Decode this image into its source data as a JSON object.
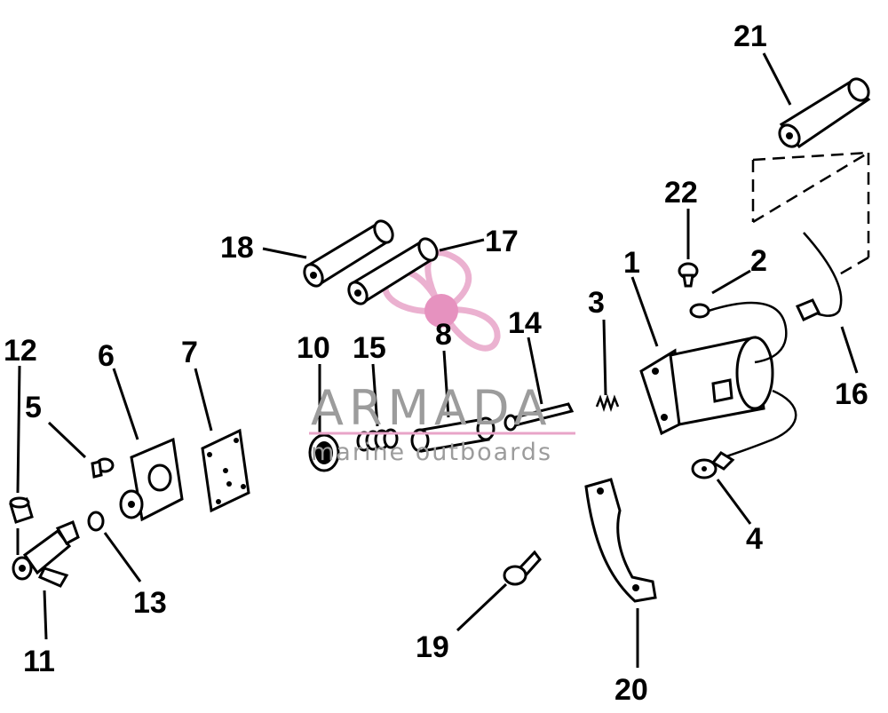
{
  "watermark": {
    "brand": "ARMADA",
    "tagline": "marine outboards",
    "logo_color": "#e8a4c8",
    "logo_center_color": "#e27fb4"
  },
  "callouts": [
    {
      "id": "1",
      "label": "1"
    },
    {
      "id": "2",
      "label": "2"
    },
    {
      "id": "3",
      "label": "3"
    },
    {
      "id": "4",
      "label": "4"
    },
    {
      "id": "5",
      "label": "5"
    },
    {
      "id": "6",
      "label": "6"
    },
    {
      "id": "7",
      "label": "7"
    },
    {
      "id": "8",
      "label": "8"
    },
    {
      "id": "10",
      "label": "10"
    },
    {
      "id": "11",
      "label": "11"
    },
    {
      "id": "12",
      "label": "12"
    },
    {
      "id": "13",
      "label": "13"
    },
    {
      "id": "14",
      "label": "14"
    },
    {
      "id": "15",
      "label": "15"
    },
    {
      "id": "16",
      "label": "16"
    },
    {
      "id": "17",
      "label": "17"
    },
    {
      "id": "18",
      "label": "18"
    },
    {
      "id": "19",
      "label": "19"
    },
    {
      "id": "20",
      "label": "20"
    },
    {
      "id": "21",
      "label": "21"
    },
    {
      "id": "22",
      "label": "22"
    }
  ]
}
